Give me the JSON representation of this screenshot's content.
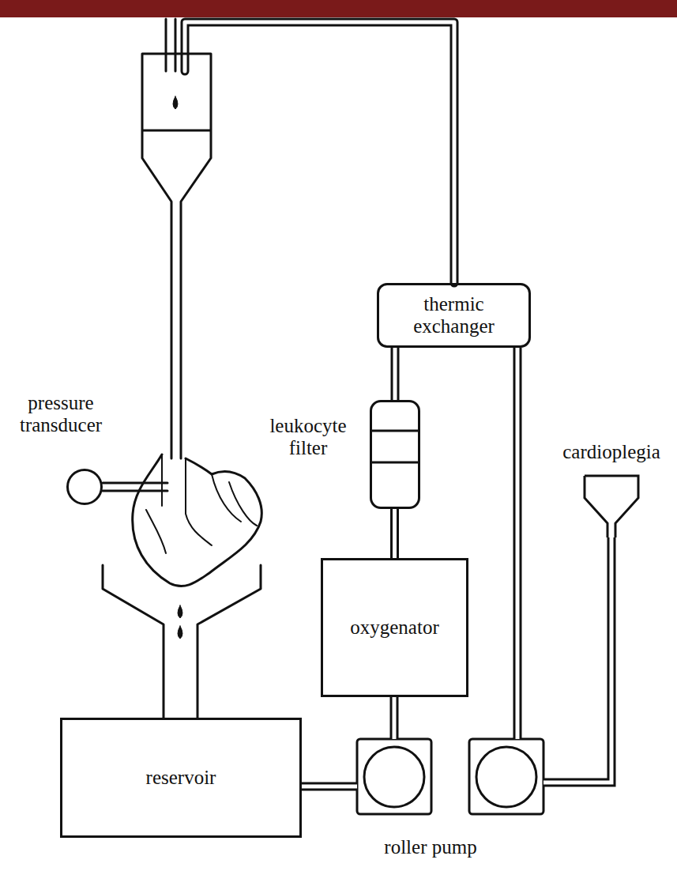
{
  "diagram": {
    "nodes": [
      {
        "text": [
          "thermic exchanger"
        ]
      },
      {
        "text": [
          "pressure transducer"
        ]
      },
      {
        "text": [
          "leukocyte filter"
        ]
      },
      {
        "text": [
          "cardioplegia"
        ]
      },
      {
        "text": [
          "oxygenator"
        ]
      },
      {
        "text": [
          "reservoir"
        ]
      }
    ],
    "edges": [
      {
        "from": 5,
        "to": 4,
        "arrow": "none"
      },
      {
        "from": 4,
        "to": 2,
        "arrow": "none"
      },
      {
        "from": 2,
        "to": 0,
        "arrow": "none"
      },
      {
        "from": 3,
        "to": 0,
        "arrow": "none"
      }
    ],
    "labels": [
      "roller pump"
    ]
  }
}
